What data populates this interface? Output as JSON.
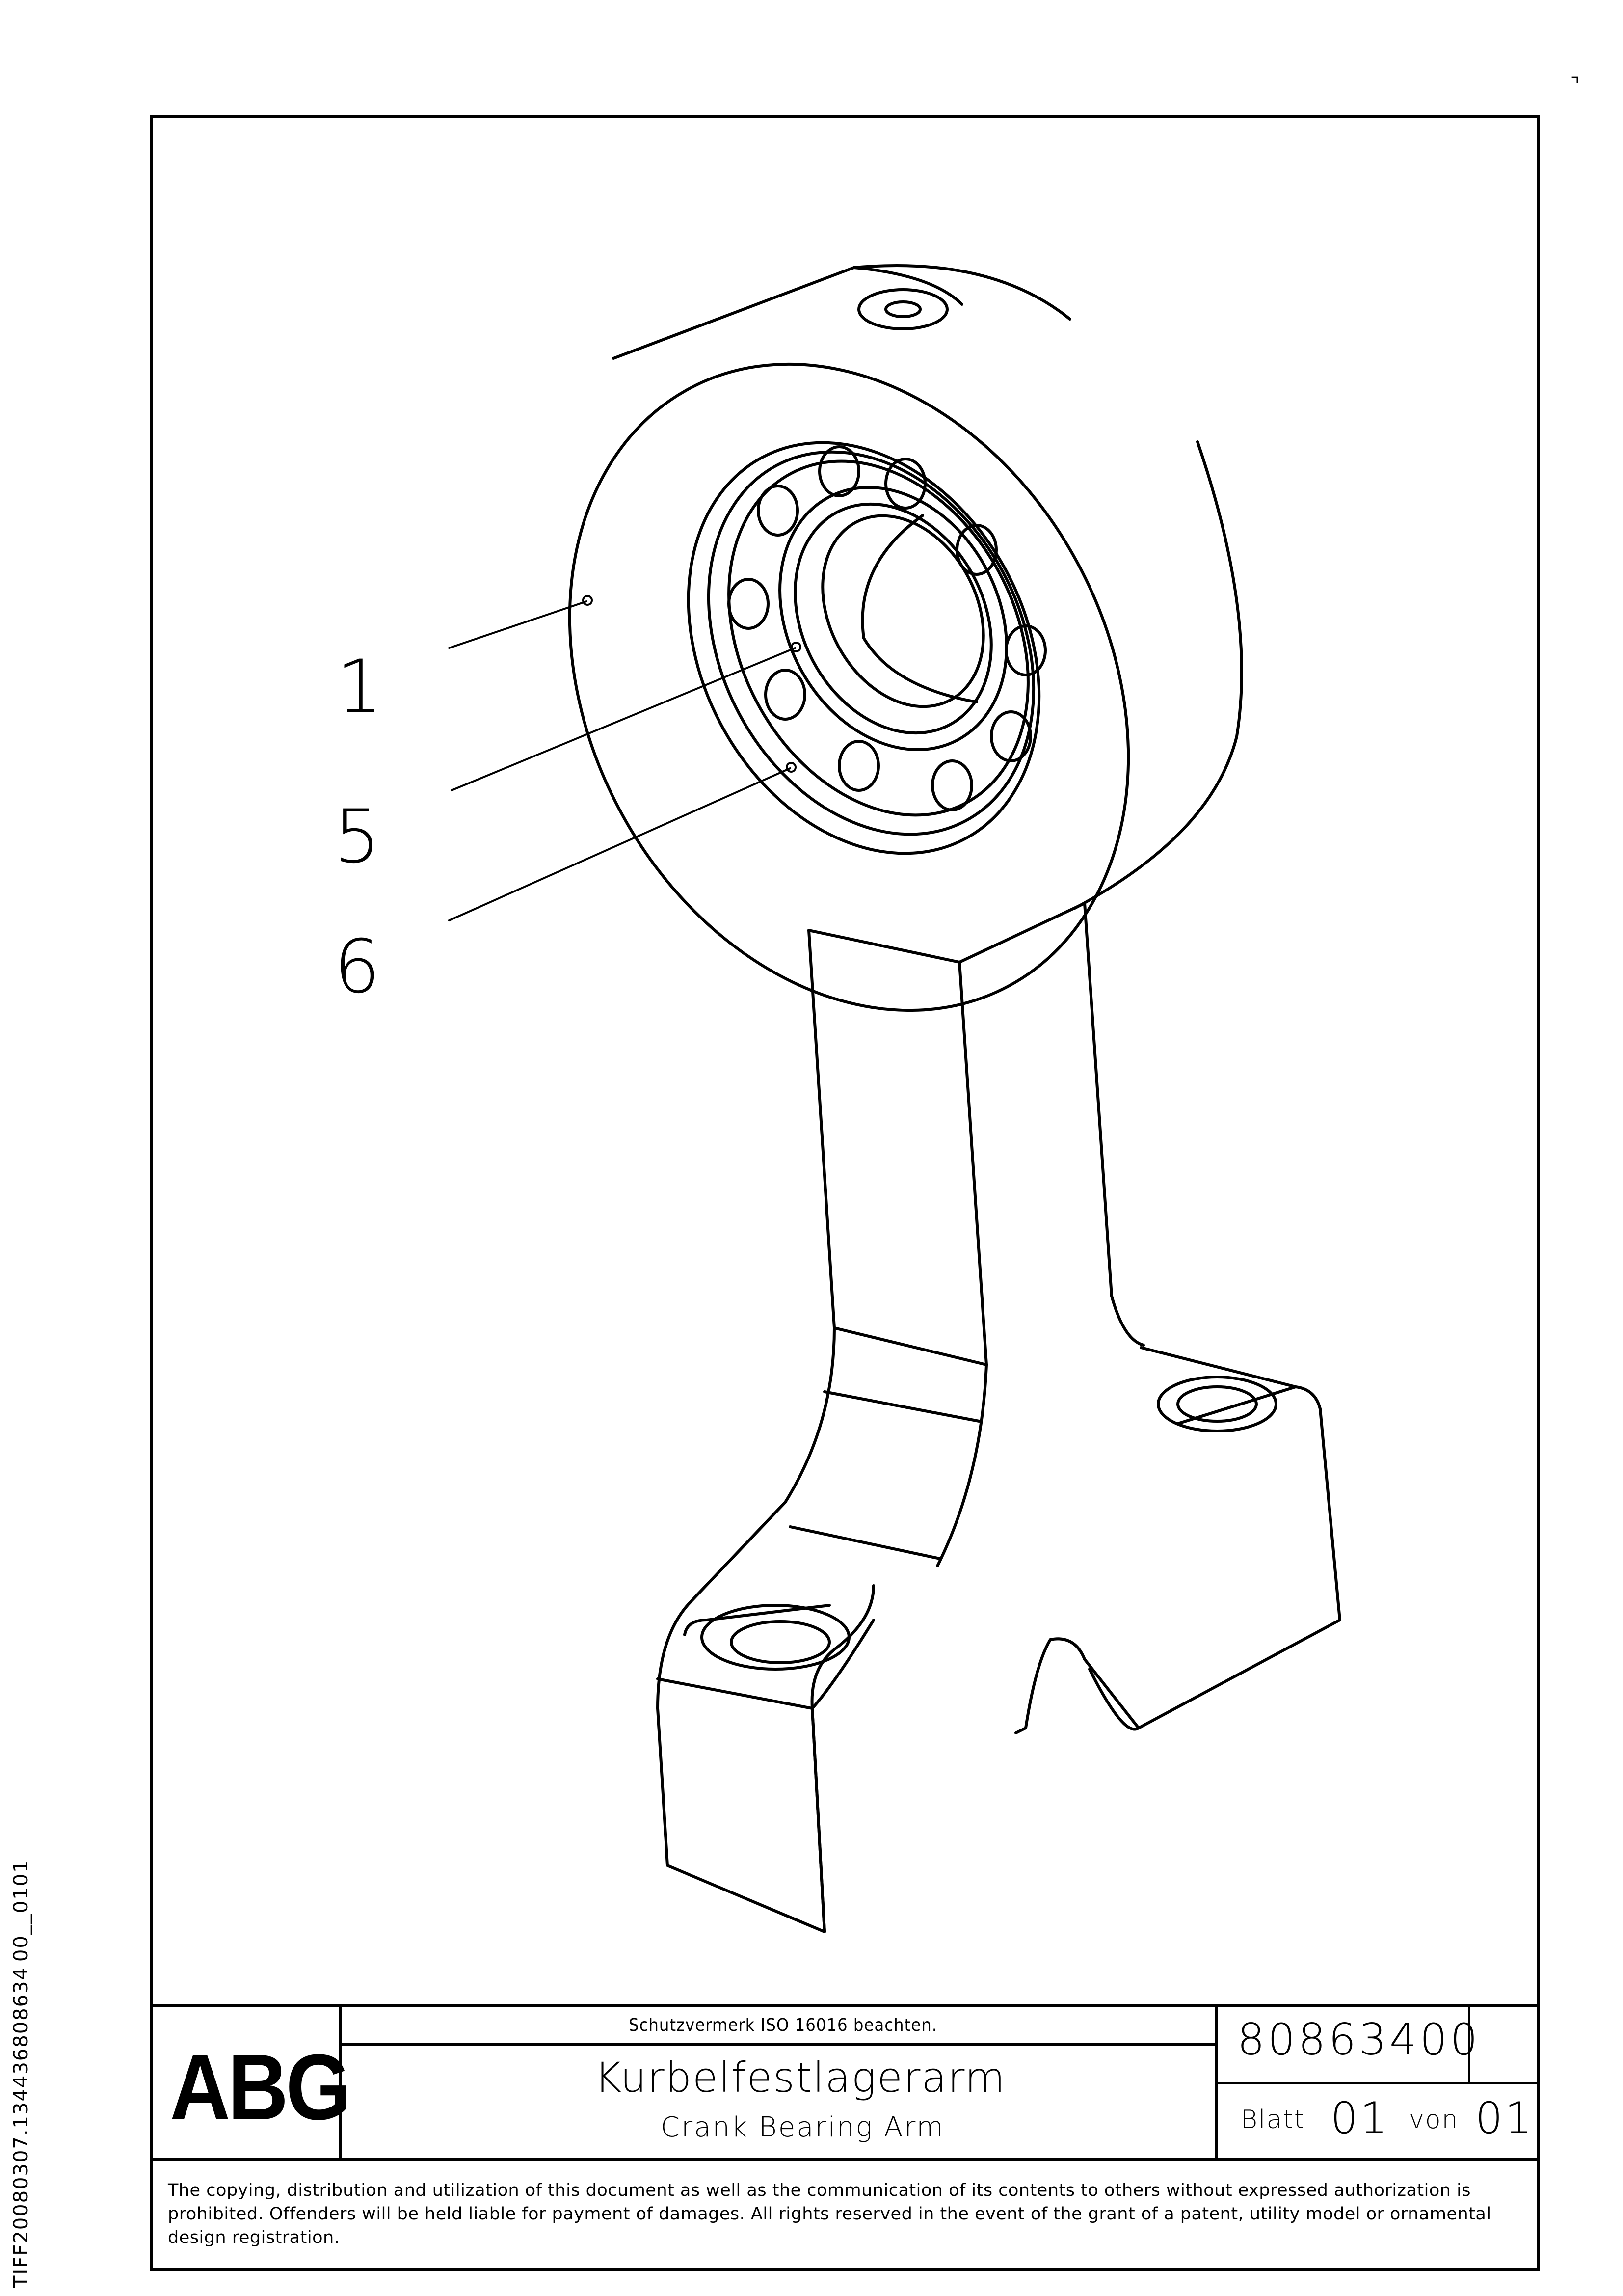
{
  "callouts": [
    "1",
    "5",
    "6"
  ],
  "title_block": {
    "logo": "ABG",
    "protection_note": "Schutzvermerk ISO 16016 beachten.",
    "title_de": "Kurbelfestlagerarm",
    "title_en": "Crank Bearing Arm",
    "document_number": "80863400",
    "sheet_label": "Blatt",
    "sheet_number": "01",
    "of_label": "von",
    "sheet_total": "01",
    "copyright": "The copying, distribution and utilization of this document as well as the communication of its contents to others without expressed authorization is prohibited. Offenders will be held liable for payment of damages. All rights reserved in the event of the grant of a patent, utility model or ornamental design registration."
  },
  "side_text": "TIFF20080307.134436808634 00__0101",
  "corner_mark": "⌝"
}
